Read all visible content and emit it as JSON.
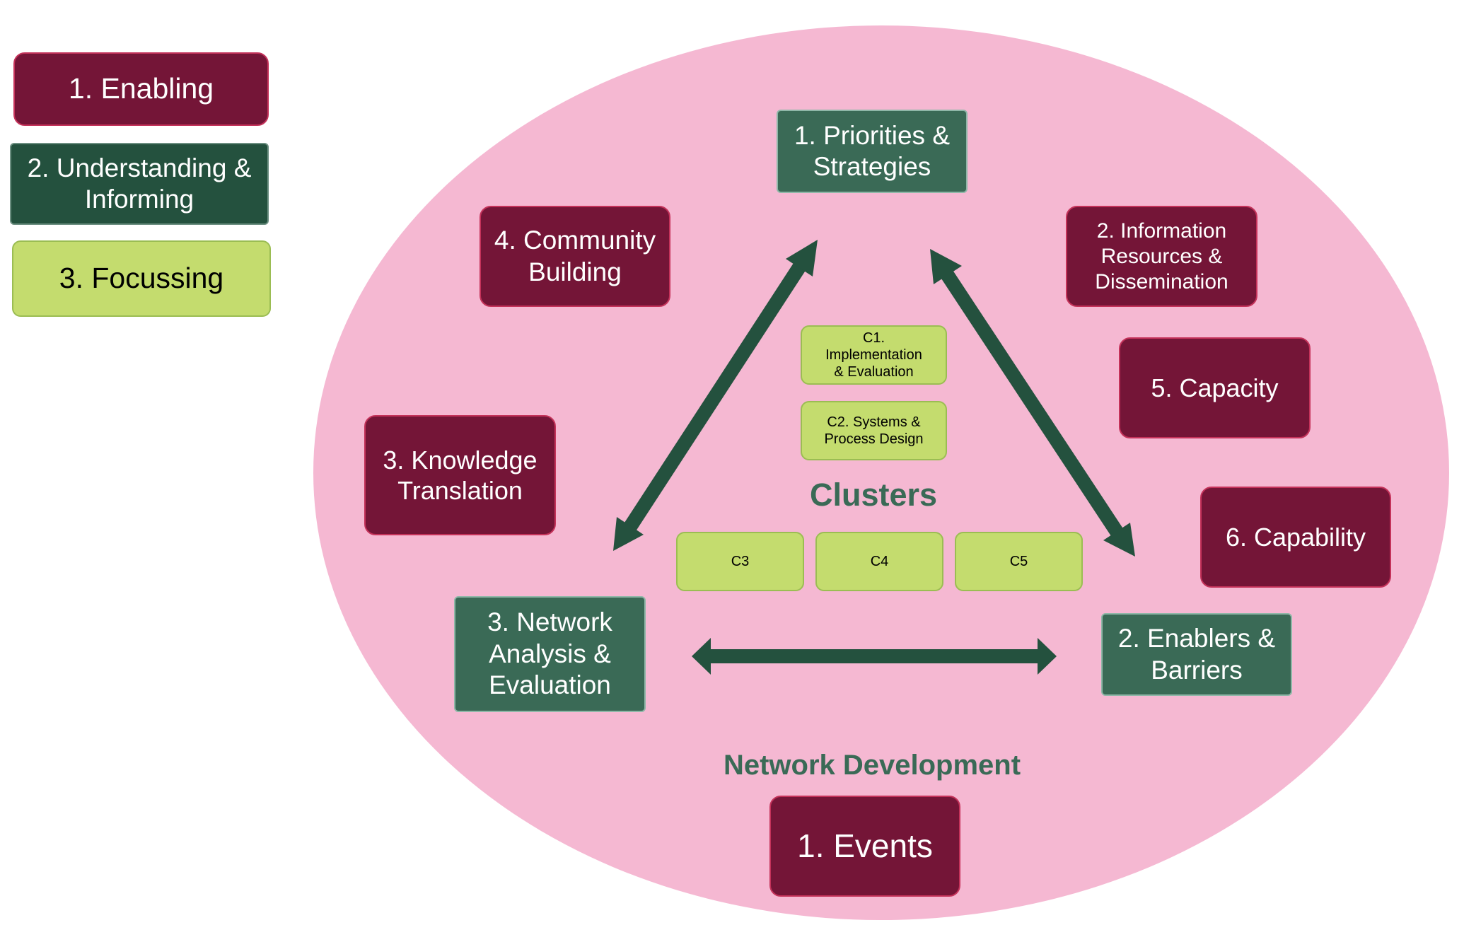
{
  "legend": [
    {
      "label": "1. Enabling"
    },
    {
      "label": "2. Understanding &\nInforming"
    },
    {
      "label": "3. Focussing"
    }
  ],
  "colors": {
    "enabling": "#741537",
    "understanding_informing": "#3a6a56",
    "focussing": "#c4dc6e",
    "ellipse": "#f5b8d2",
    "arrows": "#24513e"
  },
  "diagram": {
    "clusters_title": "Clusters",
    "network_title": "Network Development",
    "enabling": {
      "community_building": "4. Community\nBuilding",
      "information_resources": "2. Information\nResources &\nDissemination",
      "capacity": "5. Capacity",
      "knowledge_translation": "3. Knowledge\nTranslation",
      "capability": "6. Capability",
      "events": "1. Events"
    },
    "understanding": {
      "priorities": "1. Priorities &\nStrategies",
      "network_analysis": "3. Network\nAnalysis &\nEvaluation",
      "enablers": "2. Enablers &\nBarriers"
    },
    "clusters": {
      "c1": "C1.\nImplementation\n& Evaluation",
      "c2": "C2. Systems &\nProcess Design",
      "c3": "C3",
      "c4": "C4",
      "c5": "C5"
    }
  }
}
